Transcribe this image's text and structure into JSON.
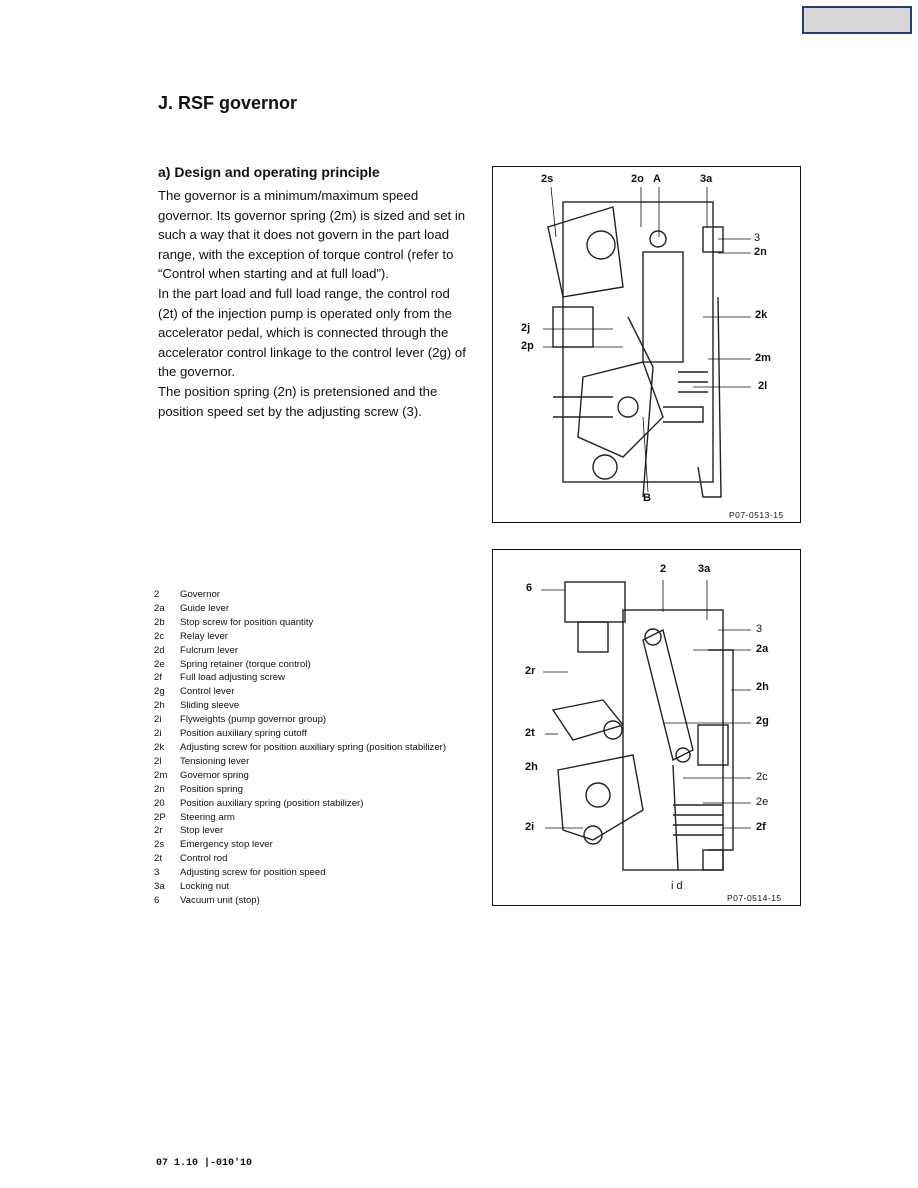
{
  "page": {
    "title": "J. RSF governor",
    "subheading": "a) Design and operating principle",
    "paragraphs": [
      "The governor is a minimum/maximum speed governor. Its governor spring (2m) is sized and set in such a way that it does not govern in the part load range, with the exception of torque control (refer to “Control when starting and at full load”).",
      "In the part load and full load range, the control rod (2t) of the injection pump is operated only from the accelerator pedal, which is connected through the accelerator control linkage to the control lever (2g) of the governor.",
      "The position spring (2n) is pretensioned and the position speed set by the adjusting screw (3)."
    ],
    "footer": "07 1.10 |-010'10"
  },
  "legend": [
    {
      "key": "2",
      "text": "Governor"
    },
    {
      "key": "2a",
      "text": "Guide lever"
    },
    {
      "key": "2b",
      "text": "Stop screw for position quantity"
    },
    {
      "key": "2c",
      "text": "Relay lever"
    },
    {
      "key": "2d",
      "text": "Fulcrum lever"
    },
    {
      "key": "2e",
      "text": "Spring retainer (torque control)"
    },
    {
      "key": "2f",
      "text": "Full load adjusting screw"
    },
    {
      "key": "2g",
      "text": "Control lever"
    },
    {
      "key": "2h",
      "text": "Sliding sleeve"
    },
    {
      "key": "2i",
      "text": "Flyweights (pump governor group)"
    },
    {
      "key": "2i",
      "text": "Position auxiliary spring cutoff"
    },
    {
      "key": "2k",
      "text": "Adjusting screw for position auxiliary spring (position stabilizer)"
    },
    {
      "key": "2l",
      "text": "Tensioning lever"
    },
    {
      "key": "2m",
      "text": "Governor spring"
    },
    {
      "key": "2n",
      "text": "Position spring"
    },
    {
      "key": "20",
      "text": "Position auxiliary spring (position stabilizer)"
    },
    {
      "key": "2P",
      "text": "Steering arm"
    },
    {
      "key": "2r",
      "text": "Stop lever"
    },
    {
      "key": "2s",
      "text": "Emergency stop lever"
    },
    {
      "key": "2t",
      "text": "Control rod"
    },
    {
      "key": "3",
      "text": "Adjusting screw for position speed"
    },
    {
      "key": "3a",
      "text": "Locking nut"
    },
    {
      "key": "6",
      "text": "Vacuum unit (stop)"
    }
  ],
  "figure1": {
    "code": "P07-0513-15",
    "labels": {
      "l2s": "2s",
      "l2o": "2o",
      "lA": "A",
      "l3a": "3a",
      "l3": "3",
      "l2n": "2n",
      "l2k": "2k",
      "l2j": "2j",
      "l2p": "2p",
      "l2m": "2m",
      "l2l": "2l",
      "lB": "B"
    }
  },
  "figure2": {
    "code": "P07-0514-15",
    "labels": {
      "l6": "6",
      "l2": "2",
      "l3a": "3a",
      "l3": "3",
      "l2a": "2a",
      "l2r": "2r",
      "l2h_r": "2h",
      "l2g": "2g",
      "l2t": "2t",
      "l2h_l": "2h",
      "l2c": "2c",
      "l2e": "2e",
      "l2i": "2i",
      "l2f": "2f",
      "lid": "i d"
    }
  }
}
